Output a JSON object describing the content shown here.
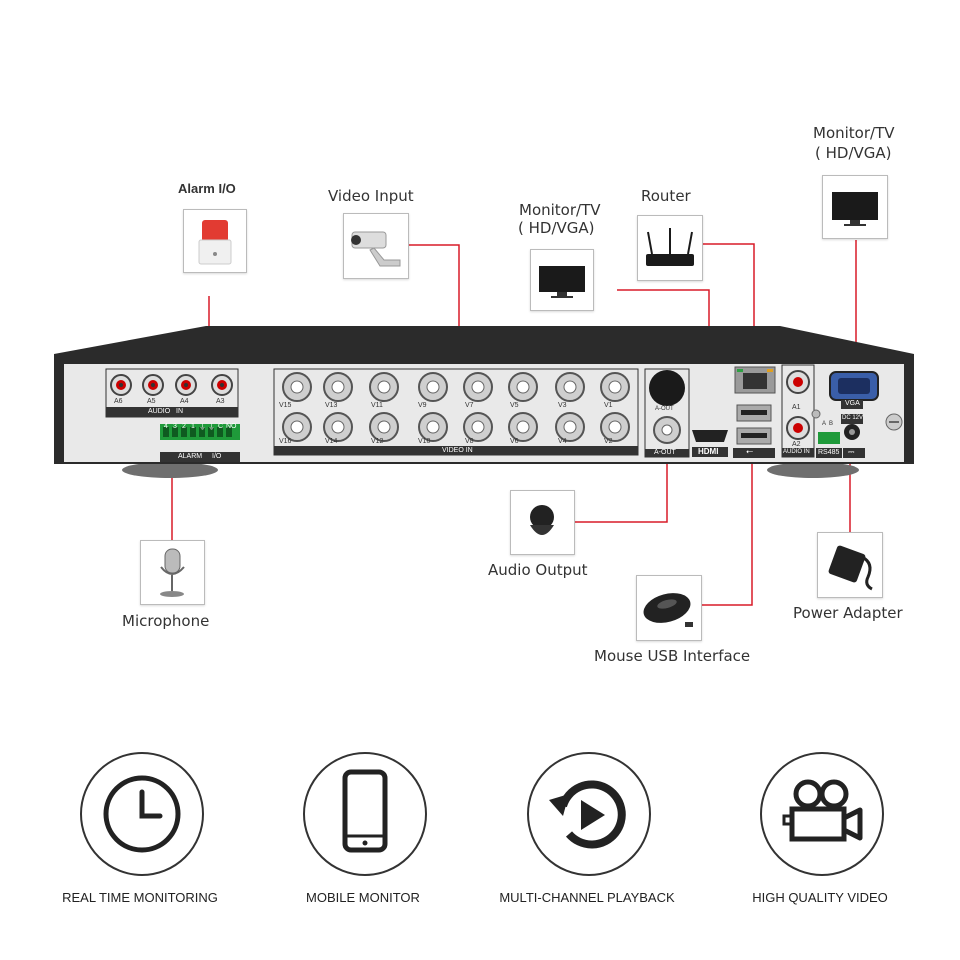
{
  "callouts": {
    "alarm_io": "Alarm I/O",
    "video_input": "Video Input",
    "monitor_hdmi_line1": "Monitor/TV",
    "monitor_hdmi_line2": "( HD/VGA)",
    "router": "Router",
    "monitor_vga_line1": "Monitor/TV",
    "monitor_vga_line2": "( HD/VGA)",
    "microphone": "Microphone",
    "audio_output": "Audio Output",
    "mouse_usb": "Mouse USB Interface",
    "power_adapter": "Power Adapter"
  },
  "panel": {
    "audio_in_label": "AUDIO   IN",
    "audio_ports": [
      "A6",
      "A5",
      "A4",
      "A3"
    ],
    "alarm_pins": [
      "4",
      "3",
      "2",
      "1",
      "⏚",
      "⏚",
      "C",
      "NO"
    ],
    "alarm_label_left": "ALARM",
    "alarm_label_right": "I/O",
    "video_in_label": "VIDEO IN",
    "video_top": [
      "V15",
      "V13",
      "V11",
      "V9",
      "V7",
      "V5",
      "V3",
      "V1"
    ],
    "video_bottom": [
      "V16",
      "V14",
      "V12",
      "V10",
      "V8",
      "V6",
      "V4",
      "V2"
    ],
    "aout_top": "A-OUT",
    "aout_bottom": "A-OUT",
    "hdmi_label": "HDMI",
    "usb_label": "⭠",
    "audio_right_a1": "A1",
    "audio_right_a2": "A2",
    "audio_in_right": "AUDIO IN",
    "vga_label": "VGA",
    "dc_label": "DC 12V",
    "rs485_ab": "A  B",
    "rs485_label": "RS485",
    "power_label": "⎓"
  },
  "features": [
    {
      "label": "REAL TIME MONITORING",
      "icon": "clock-icon"
    },
    {
      "label": "MOBILE MONITOR",
      "icon": "phone-icon"
    },
    {
      "label": "MULTI-CHANNEL PLAYBACK",
      "icon": "playback-icon"
    },
    {
      "label": "HIGH QUALITY VIDEO",
      "icon": "video-camera-icon"
    }
  ],
  "colors": {
    "accent_line": "#d81b28",
    "panel_dark": "#2b2b2b",
    "panel_face": "#e9e9e9"
  }
}
